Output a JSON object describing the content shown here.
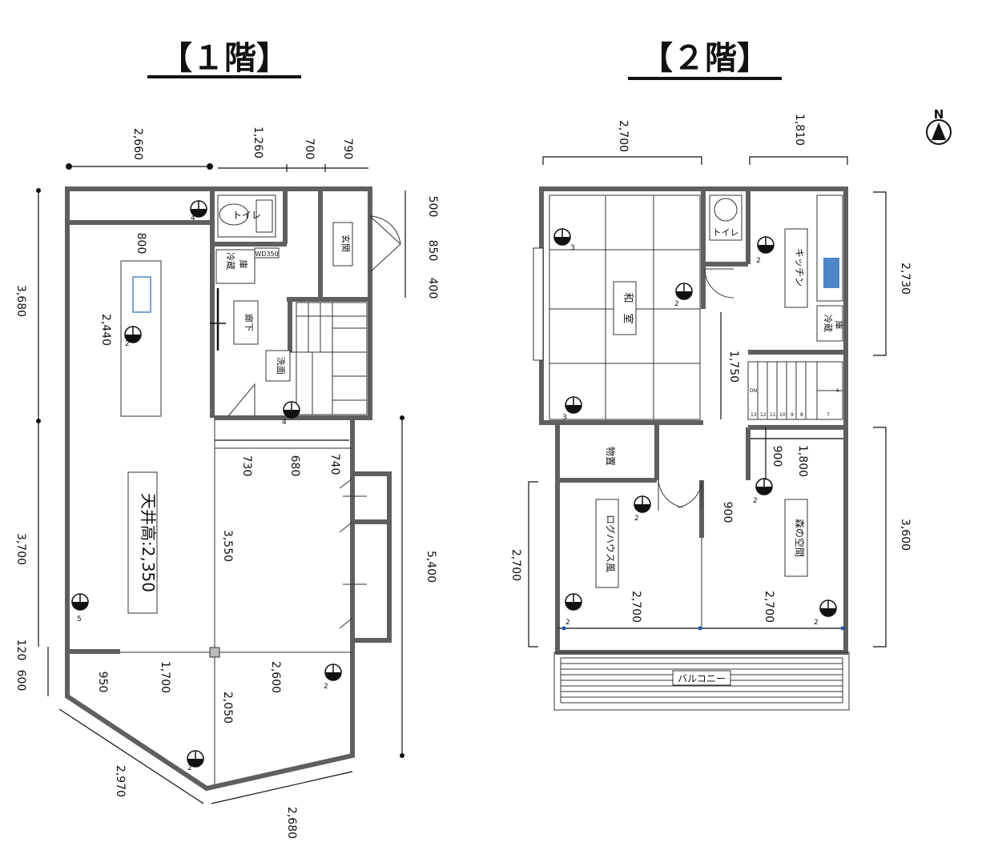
{
  "titles": {
    "floor1": "【１階】",
    "floor2": "【２階】"
  },
  "compass": {
    "label": "N"
  },
  "floor1": {
    "rooms": {
      "toilet": "トイレ",
      "genkan": "玄関",
      "fridge_a": "冷蔵",
      "fridge_b": "庫",
      "wd": "WD350",
      "corridor": "廊下",
      "washroom": "洗面",
      "ceiling": "天井高:2,350"
    },
    "dims": {
      "d2660": "2,660",
      "d1260": "1,260",
      "d700": "700",
      "d790": "790",
      "d500": "500",
      "d850": "850",
      "d400": "400",
      "d3680": "3,680",
      "d3700": "3,700",
      "d120": "120",
      "d600": "600",
      "d800": "800",
      "d2440": "2,440",
      "d730": "730",
      "d680": "680",
      "d740": "740",
      "d3550": "3,550",
      "d5400": "5,400",
      "d950": "950",
      "d1700": "1,700",
      "d2600": "2,600",
      "d2050": "2,050",
      "d2970": "2,970",
      "d2680": "2,680"
    },
    "lights": {
      "l1": "4",
      "l2": "2",
      "l3": "4",
      "l4": "5",
      "l5": "2",
      "l6": "2"
    }
  },
  "floor2": {
    "rooms": {
      "washitsu_a": "和",
      "washitsu_b": "室",
      "toilet": "トイレ",
      "kitchen": "キッチン",
      "fridge_a": "冷蔵",
      "fridge_b": "庫",
      "storage": "物置",
      "log": "ログハウス風",
      "forest": "森の空間",
      "balcony": "バルコニー",
      "dn": "DN",
      "stairs": [
        "13",
        "12",
        "11",
        "10",
        "9",
        "8",
        "7",
        "6"
      ]
    },
    "dims": {
      "d2700t": "2,700",
      "d1810": "1,810",
      "d2730": "2,730",
      "d1750": "1,750",
      "d900a": "900",
      "d1800": "1,800",
      "d900b": "900",
      "d3600": "3,600",
      "d2700l": "2,700",
      "d2700a": "2,700",
      "d2700b": "2,700"
    },
    "lights": {
      "l1": "3",
      "l2": "2",
      "l3": "2",
      "l4": "3",
      "l5": "2",
      "l6": "2",
      "l7": "2",
      "l8": "2"
    }
  },
  "colors": {
    "wall": "#5f5f5f",
    "sink": "#4a86c8"
  }
}
